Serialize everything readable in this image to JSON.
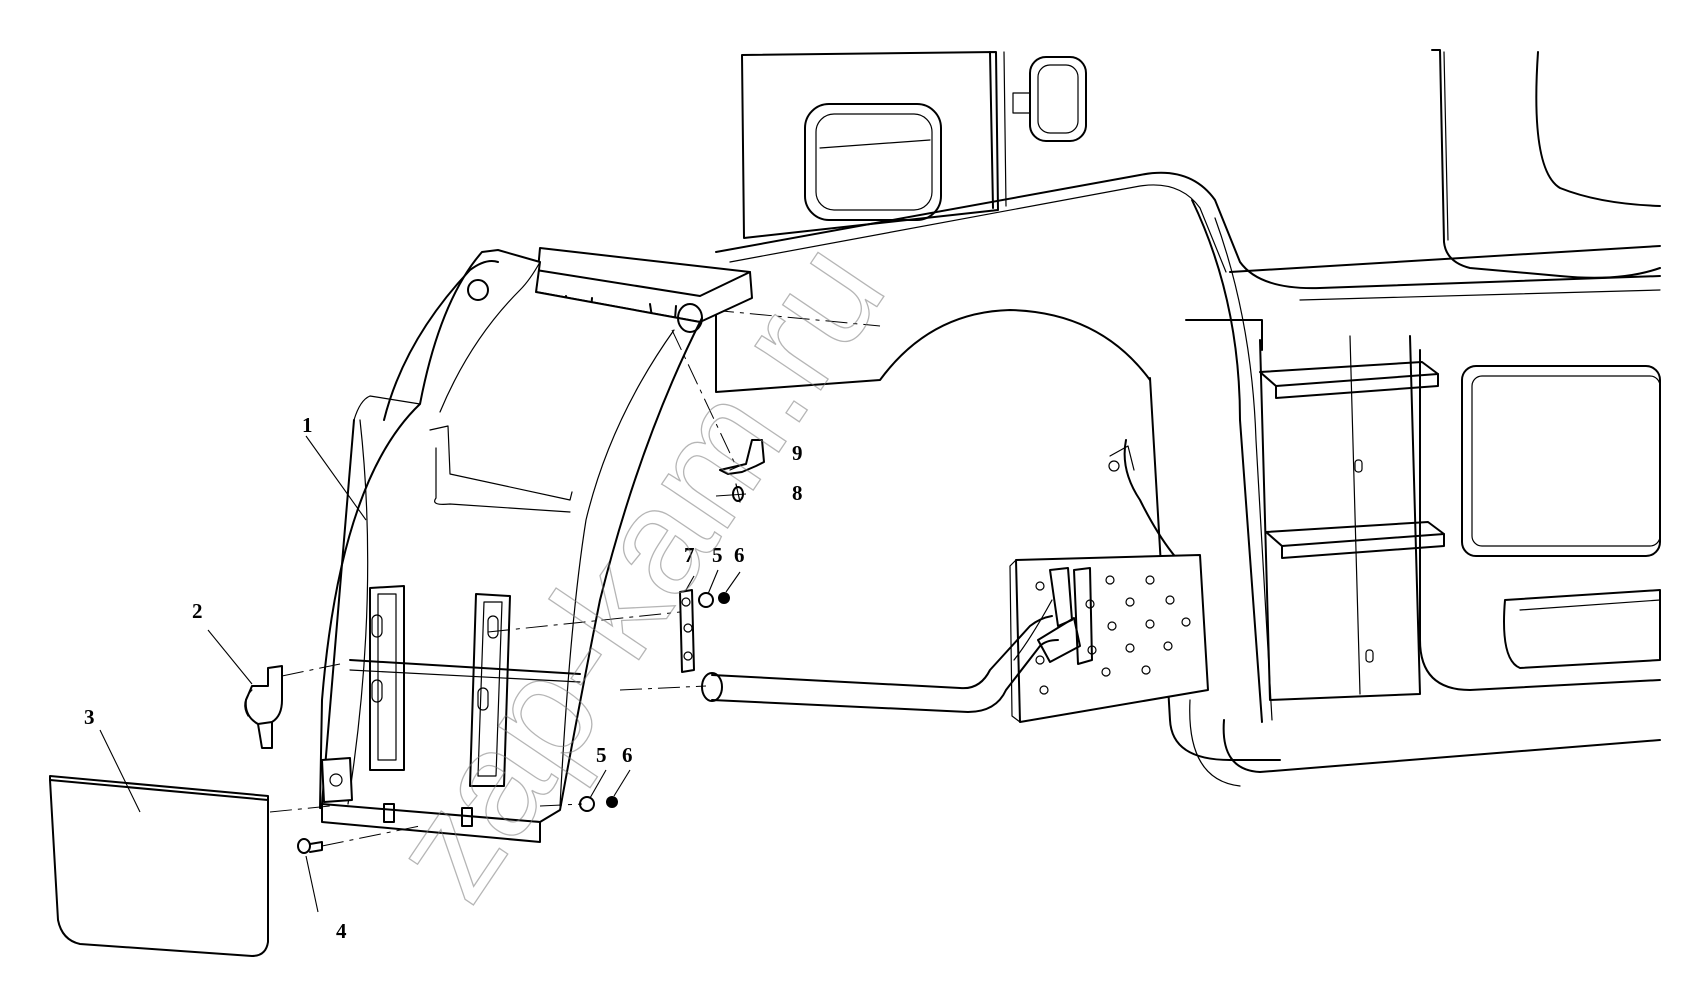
{
  "watermark": "zap-kam.ru",
  "callouts": {
    "c1": "1",
    "c2": "2",
    "c3": "3",
    "c4": "4",
    "c5a": "5",
    "c6a": "6",
    "c7": "7",
    "c5b": "5",
    "c6b": "6",
    "c8": "8",
    "c9": "9"
  }
}
